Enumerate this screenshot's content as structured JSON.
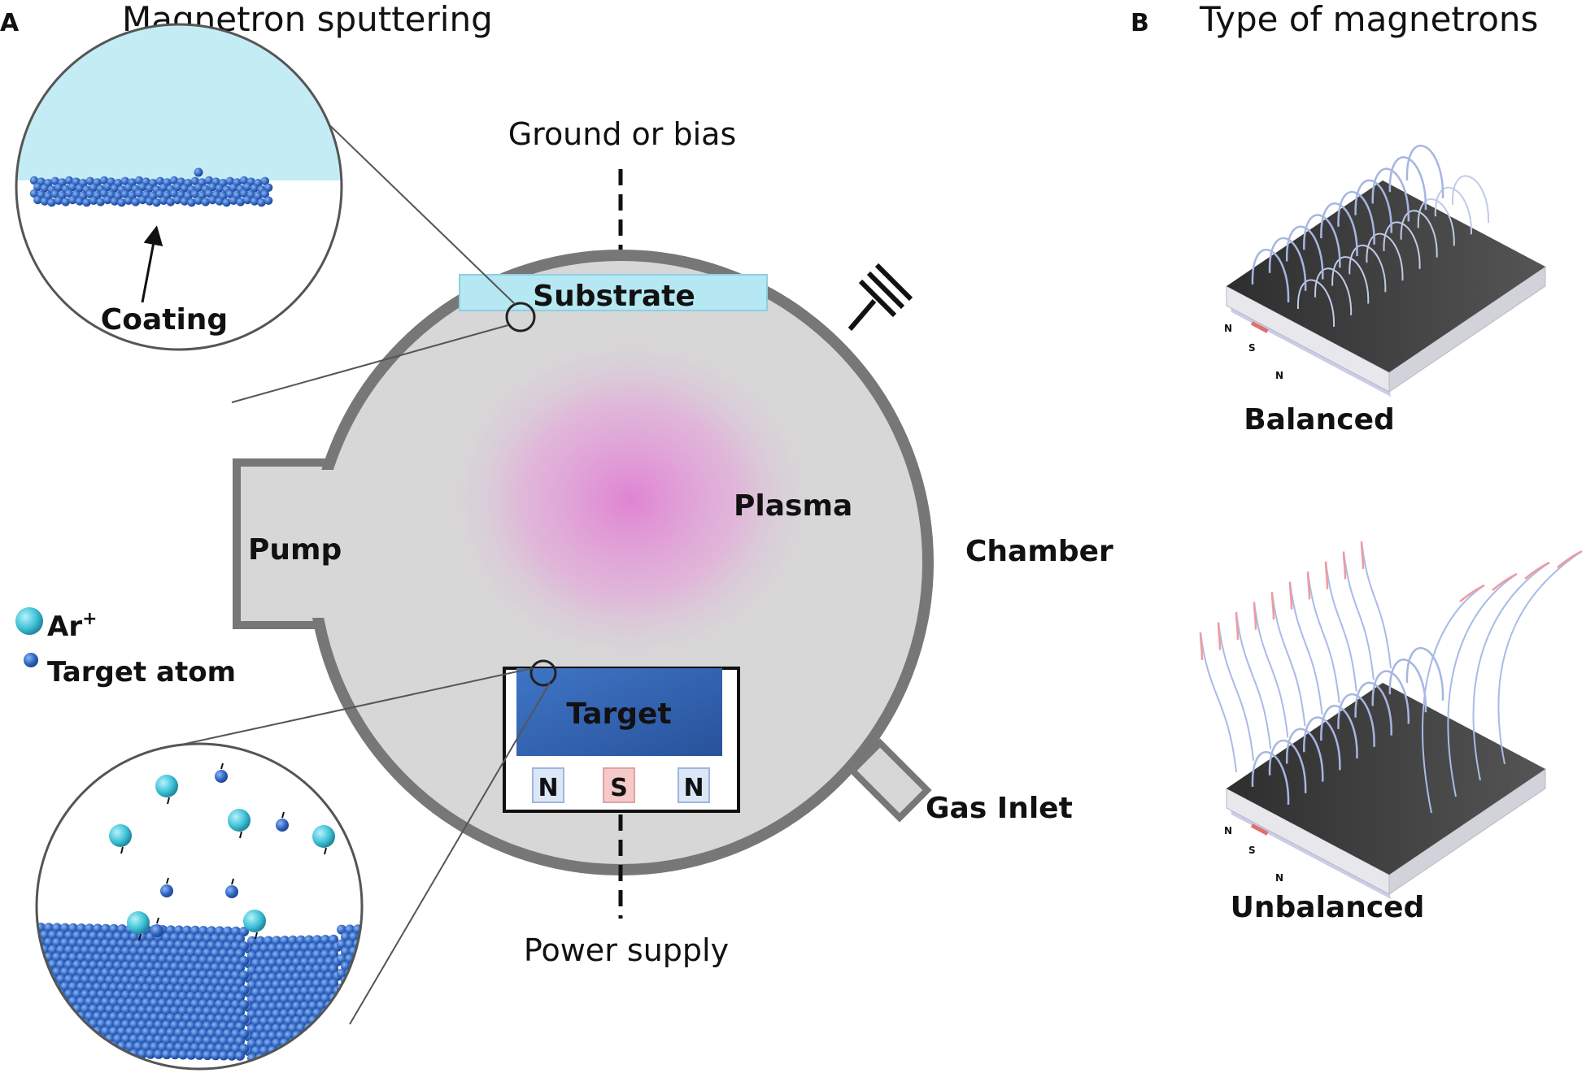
{
  "panel_a": {
    "letter": "A",
    "title": "Magnetron sputtering",
    "labels": {
      "ground": "Ground or bias",
      "substrate": "Substrate",
      "coating": "Coating",
      "plasma": "Plasma",
      "pump": "Pump",
      "chamber": "Chamber",
      "target": "Target",
      "magnet_left": "N",
      "magnet_center": "S",
      "magnet_right": "N",
      "gas_inlet": "Gas Inlet",
      "power_supply": "Power supply"
    },
    "legend": {
      "ar": "Ar",
      "ar_sup": "+",
      "target_atom": "Target atom"
    }
  },
  "panel_b": {
    "letter": "B",
    "title": "Type of magnetrons",
    "balanced": {
      "label": "Balanced",
      "pole_n1": "N",
      "pole_s": "S",
      "pole_n2": "N"
    },
    "unbalanced": {
      "label": "Unbalanced",
      "pole_n1": "N",
      "pole_s": "S",
      "pole_n2": "N"
    }
  },
  "colors": {
    "chamber_fill": "#d7d7d7",
    "chamber_wall": "#777777",
    "plasma": "#e07fd2",
    "substrate": "#b5e8f3",
    "target": "#3f75c6",
    "magnet_n": "#dbe7f7",
    "magnet_s": "#f6c9c9",
    "atom": "#2f66c4",
    "ion": "#3ec2d8",
    "field_line": "#9fb3e0",
    "field_line_red": "#f29aa0"
  }
}
